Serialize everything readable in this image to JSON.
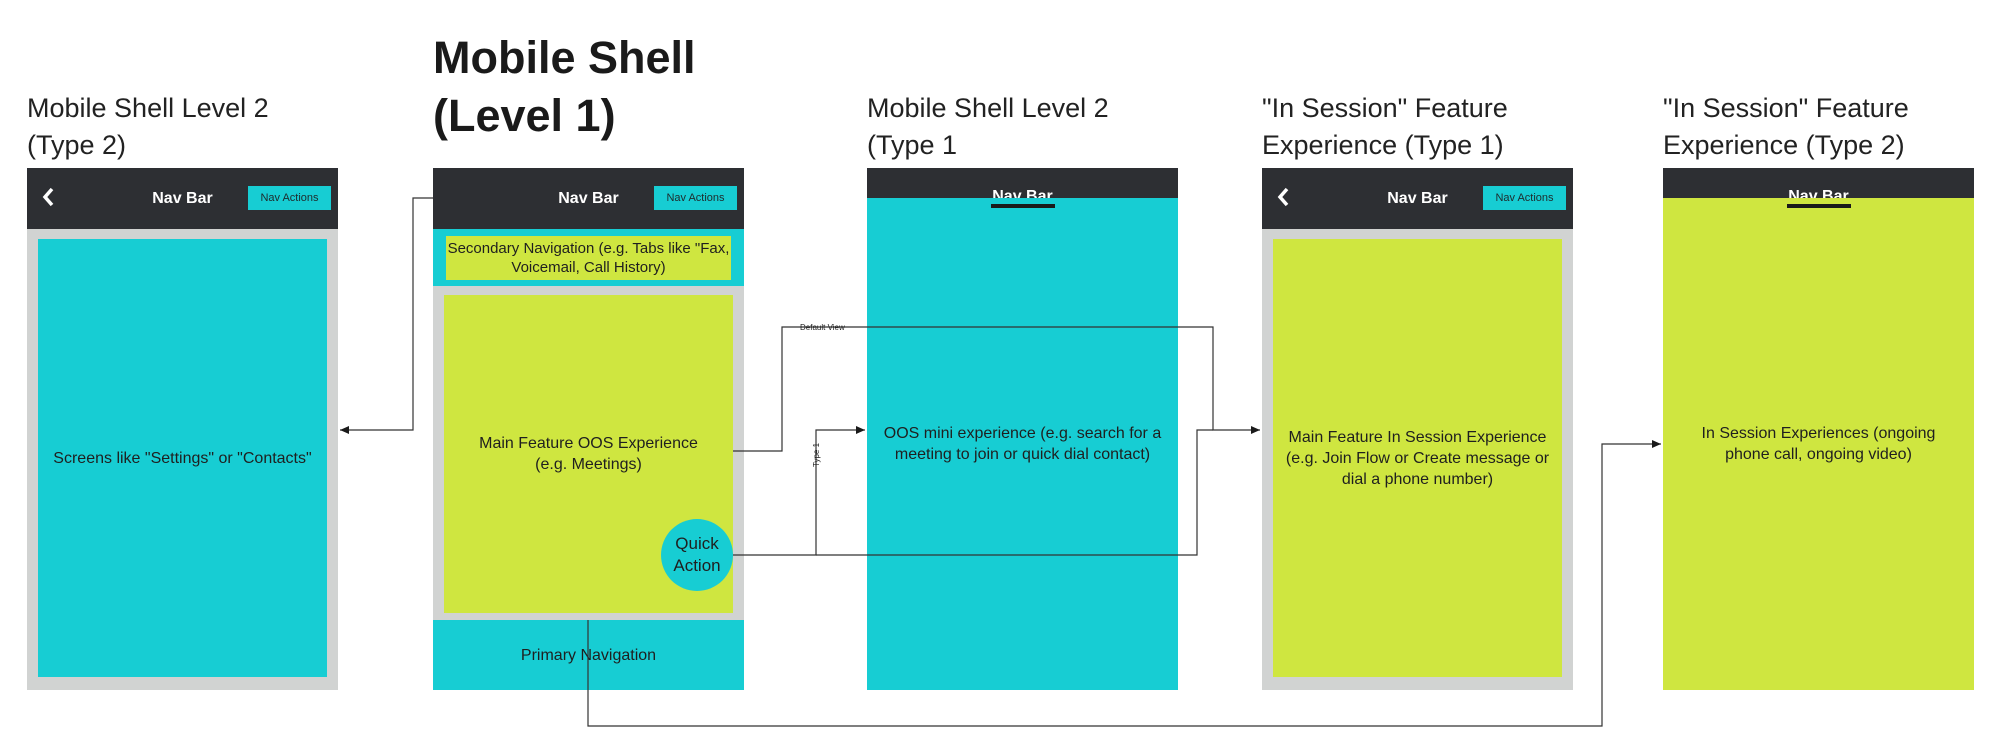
{
  "titles": {
    "level2_type2": [
      "Mobile Shell Level 2",
      "(Type 2)"
    ],
    "level1": [
      "Mobile Shell",
      "(Level 1)"
    ],
    "level2_type1": [
      "Mobile Shell Level 2",
      "(Type 1"
    ],
    "in_session_type1": [
      "\"In Session\" Feature",
      "Experience (Type 1)"
    ],
    "in_session_type2": [
      "\"In Session\" Feature",
      "Experience (Type 2)"
    ]
  },
  "nav": {
    "title": "Nav Bar",
    "actions": "Nav Actions",
    "back_icon": "chevron-left-icon"
  },
  "screens": {
    "settings": "Screens like \"Settings\" or \"Contacts\"",
    "secondary_nav": "Secondary Navigation (e.g. Tabs like \"Fax, Voicemail, Call History)",
    "main_feature": "Main Feature OOS Experience (e.g. Meetings)",
    "quick_action": "Quick Action",
    "primary_nav": "Primary Navigation",
    "oos_mini": "OOS mini experience (e.g. search for a meeting to join or quick dial contact)",
    "in_session_main": "Main Feature In Session Experience (e.g. Join Flow or Create message or dial a phone number)",
    "in_session_ongoing": "In Session Experiences (ongoing phone call, ongoing video)"
  },
  "connectors": {
    "default_view": "Default View",
    "type1": "Type 1"
  },
  "colors": {
    "cyan": "#17cdd3",
    "lime": "#cfe640",
    "navbar": "#2d2f33",
    "frame": "#d1d3d2"
  }
}
